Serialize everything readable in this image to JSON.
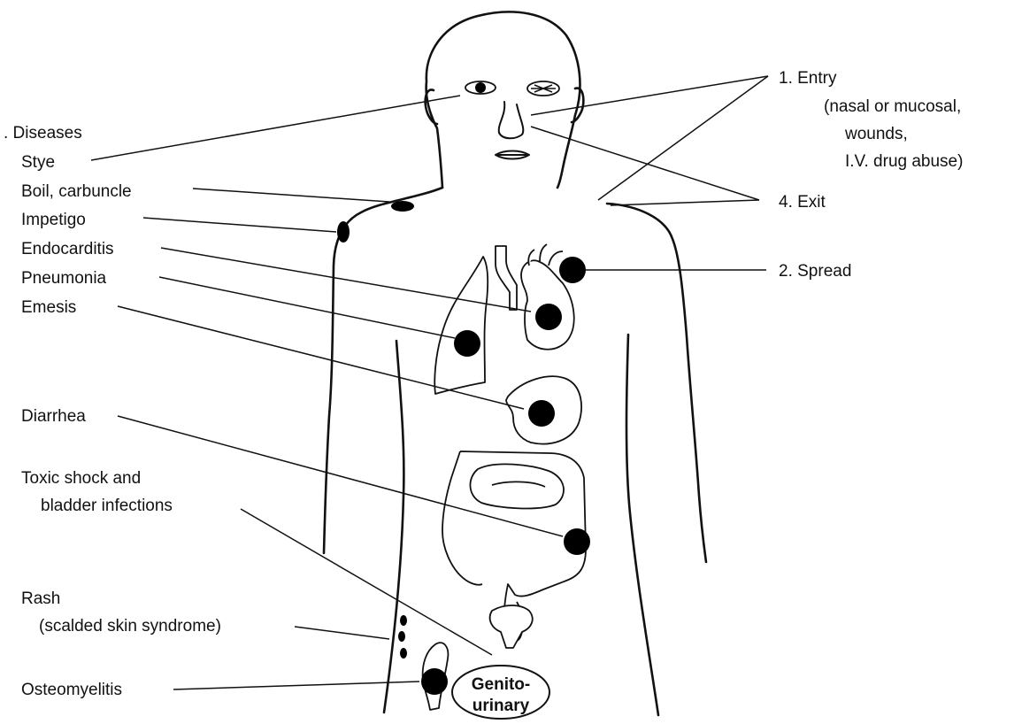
{
  "left_labels": {
    "diseases": ". Diseases",
    "stye": "Stye",
    "boil": "Boil, carbuncle",
    "impetigo": "Impetigo",
    "endocarditis": "Endocarditis",
    "pneumonia": "Pneumonia",
    "emesis": "Emesis",
    "diarrhea": "Diarrhea",
    "toxic_line1": "Toxic shock and",
    "toxic_line2": "bladder infections",
    "rash_line1": "Rash",
    "rash_line2": "(scalded skin syndrome)",
    "osteomyelitis": "Osteomyelitis"
  },
  "right_labels": {
    "entry_line1": "1. Entry",
    "entry_line2": "(nasal or mucosal,",
    "entry_line3": "wounds,",
    "entry_line4": "I.V. drug abuse)",
    "exit": "4. Exit",
    "spread": "2. Spread"
  },
  "genitourinary": {
    "line1": "Genito-",
    "line2": "urinary"
  }
}
